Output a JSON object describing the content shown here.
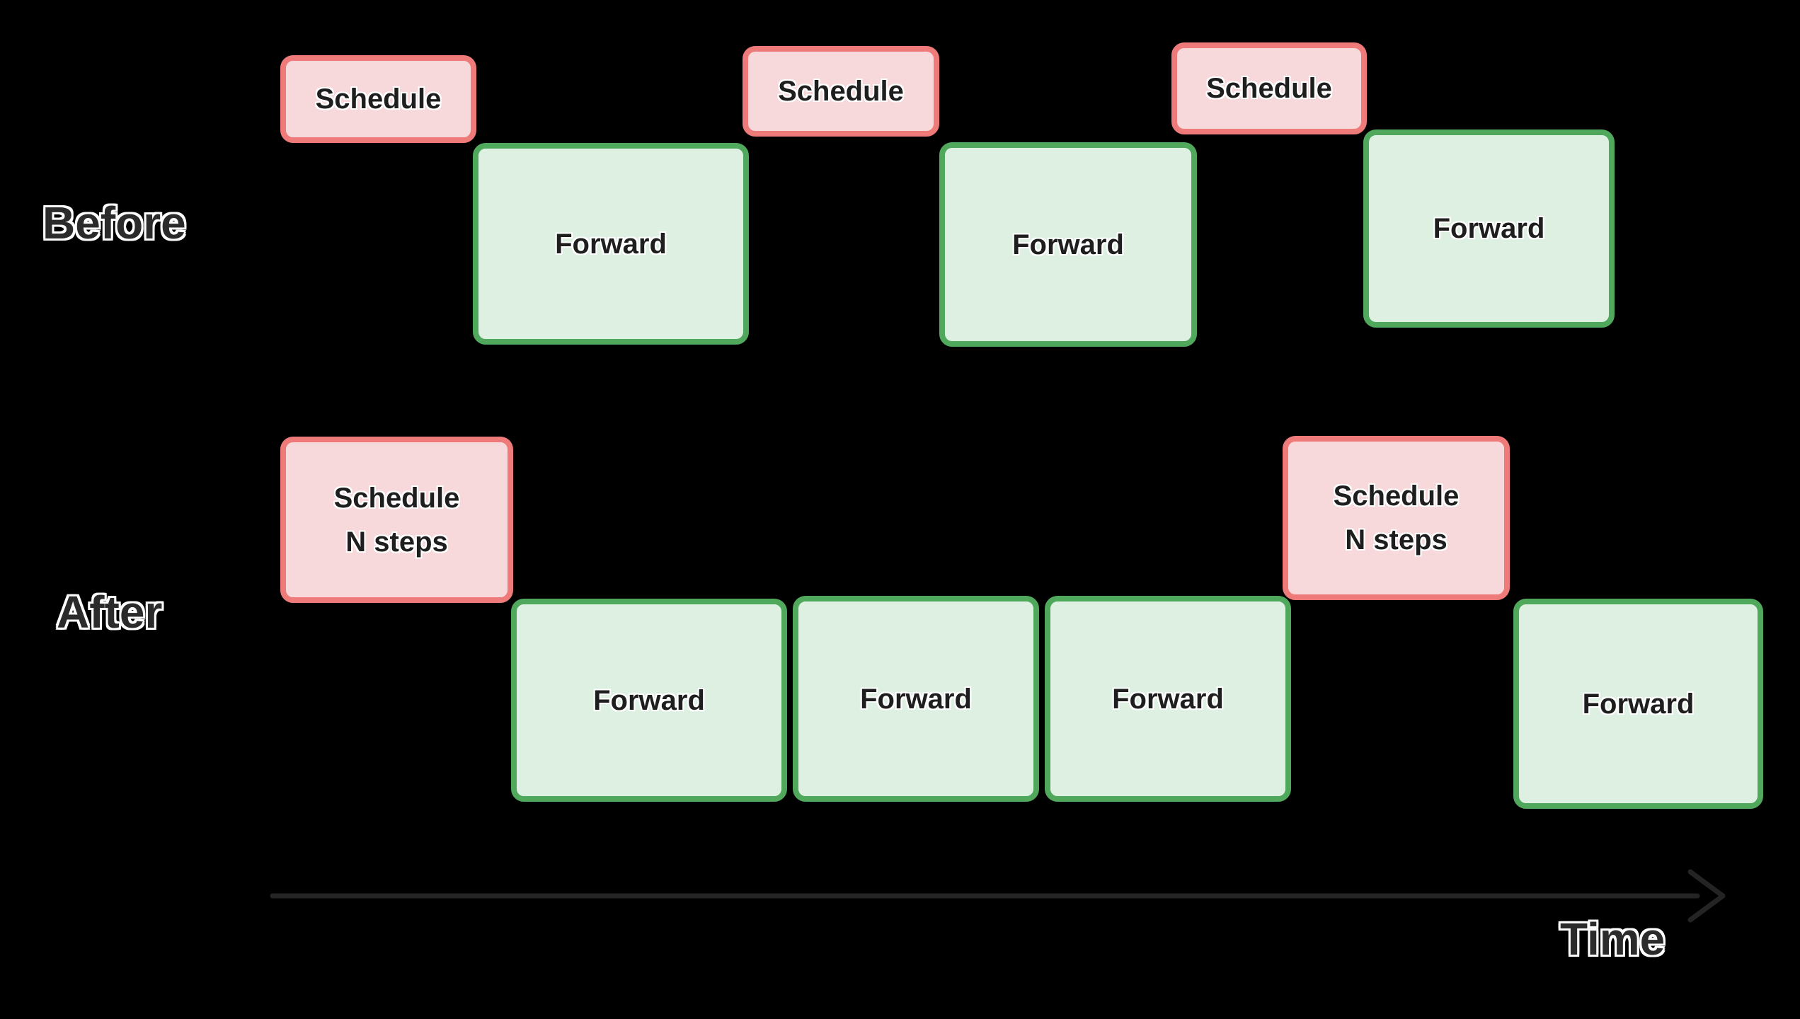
{
  "canvas": {
    "description": "Scheduling overhead diagram: Before row schedules every step, After row schedules N steps at once"
  },
  "colors": {
    "background": "#000000",
    "schedule_fill": "#f7d9db",
    "schedule_border": "#ef7a7a",
    "forward_fill": "#def0e2",
    "forward_border": "#4fa85c",
    "box_text": "#1e1e1e",
    "label_text": "#2b2b2b",
    "label_outline": "#ffffff",
    "arrow": "#242424"
  },
  "before": {
    "row_label": "Before",
    "blocks": [
      {
        "id": "schedule-1",
        "type": "schedule",
        "label": "Schedule"
      },
      {
        "id": "forward-1",
        "type": "forward",
        "label": "Forward"
      },
      {
        "id": "schedule-2",
        "type": "schedule",
        "label": "Schedule"
      },
      {
        "id": "forward-2",
        "type": "forward",
        "label": "Forward"
      },
      {
        "id": "schedule-3",
        "type": "schedule",
        "label": "Schedule"
      },
      {
        "id": "forward-3",
        "type": "forward",
        "label": "Forward"
      }
    ]
  },
  "after": {
    "row_label": "After",
    "blocks": [
      {
        "id": "schedule-n-1",
        "type": "schedule",
        "label_line1": "Schedule",
        "label_line2": "N steps"
      },
      {
        "id": "forward-1",
        "type": "forward",
        "label": "Forward"
      },
      {
        "id": "forward-2",
        "type": "forward",
        "label": "Forward"
      },
      {
        "id": "forward-3",
        "type": "forward",
        "label": "Forward"
      },
      {
        "id": "schedule-n-2",
        "type": "schedule",
        "label_line1": "Schedule",
        "label_line2": "N steps"
      },
      {
        "id": "forward-4",
        "type": "forward",
        "label": "Forward"
      }
    ]
  },
  "timeline": {
    "axis_label": "Time"
  }
}
